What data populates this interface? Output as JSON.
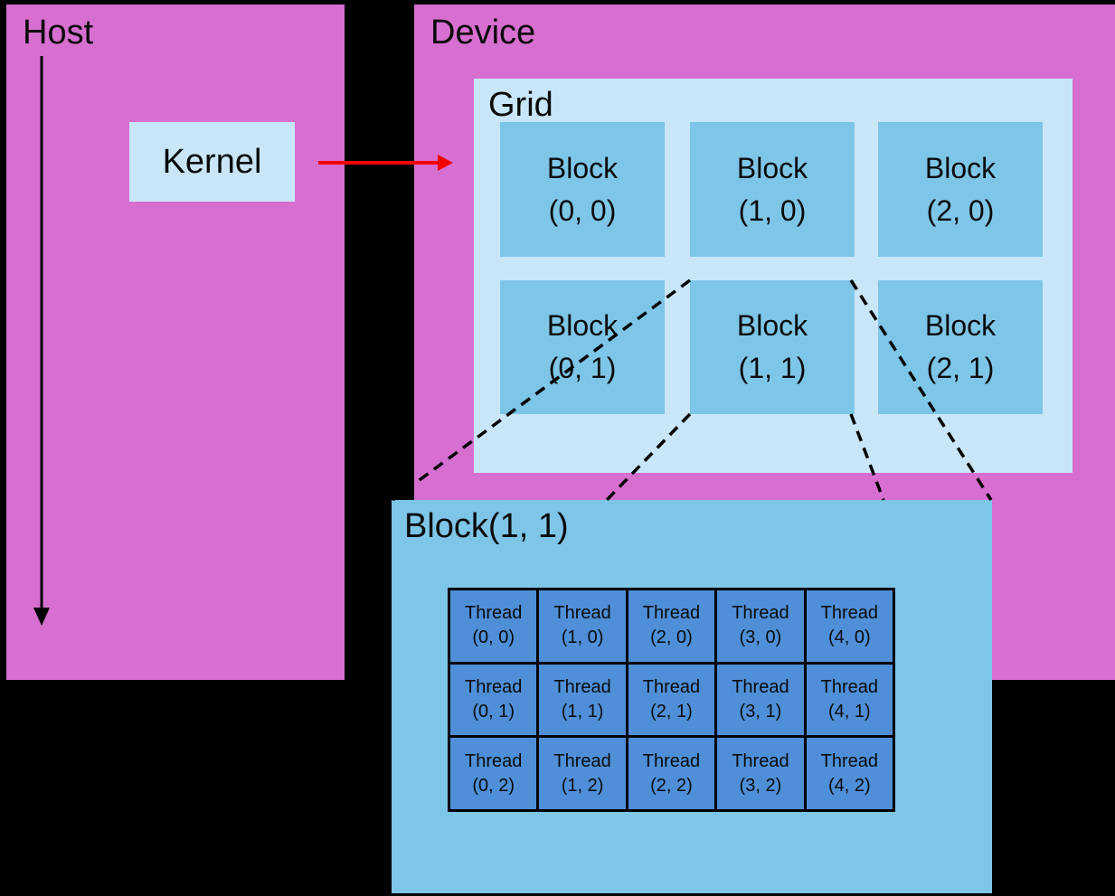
{
  "colors": {
    "background": "#000000",
    "host_device_fill": "#d66fd0",
    "grid_kernel_fill": "#c8e6f7",
    "block_fill": "#7ec6e8",
    "thread_fill": "#4e8fd8",
    "kernel_arrow_red": "#f40000",
    "line_black": "#000000"
  },
  "host": {
    "label": "Host"
  },
  "kernel": {
    "label": "Kernel"
  },
  "device": {
    "label": "Device"
  },
  "grid": {
    "label": "Grid",
    "blocks": [
      {
        "line1": "Block",
        "line2": "(0, 0)"
      },
      {
        "line1": "Block",
        "line2": "(1, 0)"
      },
      {
        "line1": "Block",
        "line2": "(2, 0)"
      },
      {
        "line1": "Block",
        "line2": "(0, 1)"
      },
      {
        "line1": "Block",
        "line2": "(1, 1)"
      },
      {
        "line1": "Block",
        "line2": "(2, 1)"
      }
    ]
  },
  "block_detail": {
    "title": "Block(1, 1)",
    "threads": [
      {
        "line1": "Thread",
        "line2": "(0, 0)"
      },
      {
        "line1": "Thread",
        "line2": "(1, 0)"
      },
      {
        "line1": "Thread",
        "line2": "(2, 0)"
      },
      {
        "line1": "Thread",
        "line2": "(3, 0)"
      },
      {
        "line1": "Thread",
        "line2": "(4, 0)"
      },
      {
        "line1": "Thread",
        "line2": "(0, 1)"
      },
      {
        "line1": "Thread",
        "line2": "(1, 1)"
      },
      {
        "line1": "Thread",
        "line2": "(2, 1)"
      },
      {
        "line1": "Thread",
        "line2": "(3, 1)"
      },
      {
        "line1": "Thread",
        "line2": "(4, 1)"
      },
      {
        "line1": "Thread",
        "line2": "(0, 2)"
      },
      {
        "line1": "Thread",
        "line2": "(1, 2)"
      },
      {
        "line1": "Thread",
        "line2": "(2, 2)"
      },
      {
        "line1": "Thread",
        "line2": "(3, 2)"
      },
      {
        "line1": "Thread",
        "line2": "(4, 2)"
      }
    ]
  }
}
